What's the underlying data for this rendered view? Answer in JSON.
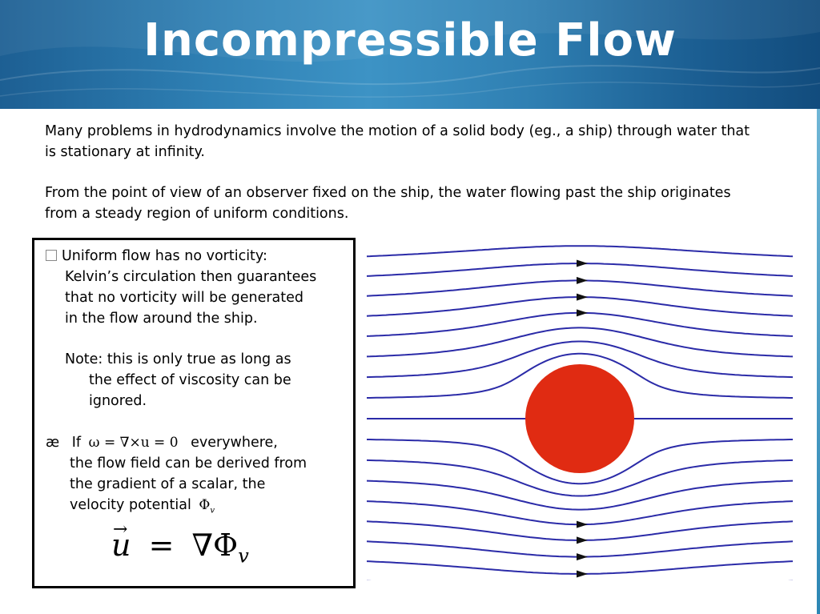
{
  "title": "Incompressible Flow",
  "intro": {
    "p1": "Many problems in hydrodynamics involve the motion of a solid body (eg., a ship) through water that is stationary at infinity.",
    "p2": "From the point of view of an observer fixed on the ship, the water flowing past the ship originates from a steady region of uniform conditions."
  },
  "box": {
    "bullet1": {
      "glyph": "",
      "lines": [
        "Uniform flow has no vorticity:",
        "Kelvin’s circulation then guarantees",
        "that no vorticity will be generated",
        "in the flow around the ship."
      ]
    },
    "note": {
      "lines": [
        "Note: this is only true as long as",
        "the effect of viscosity can be",
        "ignored."
      ]
    },
    "bullet2": {
      "glyph": "æ",
      "if_text": "If",
      "condition": "ω = ∇×u = 0",
      "everywhere_text": "everywhere,",
      "lines": [
        "the flow field can be derived from",
        "the gradient of a scalar, the",
        "velocity potential"
      ],
      "potential_symbol": "Φ",
      "potential_subscript": "v"
    },
    "equation": {
      "lhs": "u",
      "equals": "=",
      "rhs": "∇Φ",
      "subscript": "v"
    }
  },
  "colors": {
    "streamline": "#2b2ba8",
    "body": "#e02b12",
    "header_mid": "#3d93c5",
    "header_dark": "#124c7d"
  }
}
